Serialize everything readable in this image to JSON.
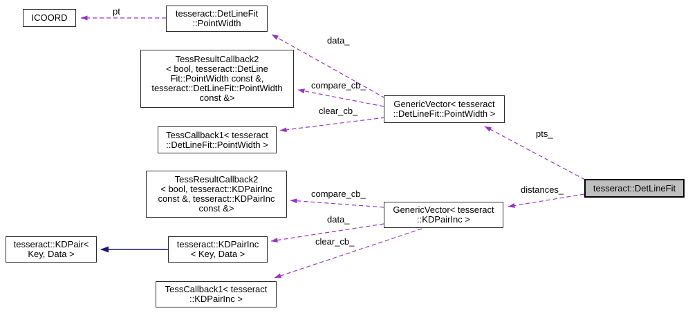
{
  "diagram": {
    "title": "tesseract::DetLineFit collaboration graph",
    "dependency_color": "#9932cc",
    "inheritance_color": "#191970",
    "highlight_fill": "#bfbfbf"
  },
  "nodes": {
    "icoord": {
      "label": "ICOORD"
    },
    "pointwidth": {
      "label": "tesseract::DetLineFit\n::PointWidth"
    },
    "callback2_pointwidth": {
      "label": "TessResultCallback2\n< bool, tesseract::DetLine\nFit::PointWidth const &,\ntesseract::DetLineFit::PointWidth\nconst &>"
    },
    "callback1_pointwidth": {
      "label": "TessCallback1< tesseract\n::DetLineFit::PointWidth >"
    },
    "genericvector_pointwidth": {
      "label": "GenericVector< tesseract\n::DetLineFit::PointWidth >"
    },
    "detlinefit": {
      "label": "tesseract::DetLineFit"
    },
    "callback2_kdpairinc": {
      "label": "TessResultCallback2\n< bool, tesseract::KDPairInc\nconst &, tesseract::KDPairInc\nconst &>"
    },
    "genericvector_kdpairinc": {
      "label": "GenericVector< tesseract\n::KDPairInc >"
    },
    "kdpair": {
      "label": "tesseract::KDPair<\nKey, Data >"
    },
    "kdpairinc": {
      "label": "tesseract::KDPairInc\n< Key, Data >"
    },
    "callback1_kdpairinc": {
      "label": "TessCallback1< tesseract\n::KDPairInc >"
    }
  },
  "edge_labels": {
    "pt": "pt",
    "data_pointwidth": "data_",
    "compare_cb_pointwidth": "compare_cb_",
    "clear_cb_pointwidth": "clear_cb_",
    "pts": "pts_",
    "distances": "distances_",
    "compare_cb_kdpairinc": "compare_cb_",
    "data_kdpairinc": "data_",
    "clear_cb_kdpairinc": "clear_cb_"
  }
}
